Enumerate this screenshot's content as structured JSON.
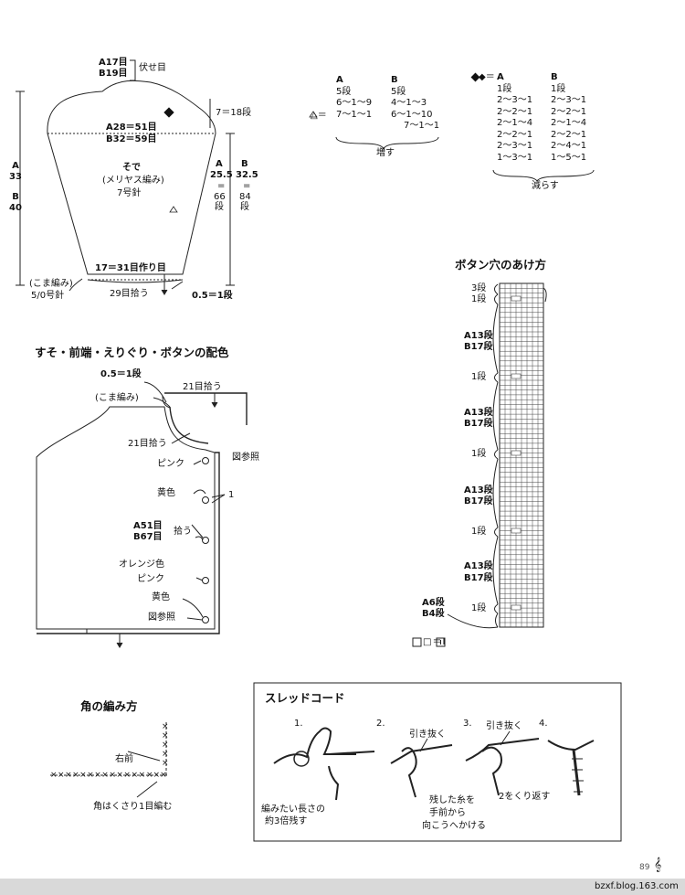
{
  "sleeve": {
    "top_a": "A17目",
    "top_b": "B19目",
    "bind_off": "伏せ目",
    "mid_a": "A28＝51目",
    "mid_b": "B32＝59目",
    "right_rows": "7＝18段",
    "title": "そで",
    "subtitle": "(メリヤス編み)",
    "needle": "7号針",
    "left_a_label": "A",
    "left_a_val": "33",
    "left_b_label": "B",
    "left_b_val": "40",
    "right_a_label": "A",
    "right_a_val": "25.5",
    "right_a_eq": "=",
    "right_a_rows": "66段",
    "right_b_label": "B",
    "right_b_val": "32.5",
    "right_b_eq": "=",
    "right_b_rows": "84段",
    "cast_on": "17＝31目作り目",
    "koma": "(こま編み)",
    "hook": "5/0号針",
    "pickup": "29目拾う",
    "edge_rows": "0.5＝1段"
  },
  "increase": {
    "symbol": "△＝",
    "col_a": [
      "A",
      "5段",
      "6〜1〜9",
      "7〜1〜1"
    ],
    "col_b": [
      "B",
      "5段",
      "4〜1〜3",
      "6〜1〜10",
      "7〜1〜1"
    ],
    "label": "増す"
  },
  "decrease": {
    "symbol": "◆＝",
    "col_a": [
      "A",
      "1段",
      "2〜3〜1",
      "2〜2〜1",
      "2〜1〜4",
      "2〜2〜1",
      "2〜3〜1",
      "1〜3〜1"
    ],
    "col_b": [
      "B",
      "1段",
      "2〜3〜1",
      "2〜2〜1",
      "2〜1〜4",
      "2〜2〜1",
      "2〜4〜1",
      "1〜5〜1"
    ],
    "label": "減らす"
  },
  "hem": {
    "title": "すそ・前端・えりぐり・ボタンの配色",
    "edge_rows": "0.5＝1段",
    "pick_top": "21目拾う",
    "koma": "(こま編み)",
    "pick_neck": "21目拾う",
    "see_fig_top": "図参照",
    "pink1": "ピンク",
    "yellow1": "黄色",
    "one": "1",
    "pick_a": "A51目",
    "pick_b": "B67目",
    "pick": "拾う",
    "orange": "オレンジ色",
    "pink2": "ピンク",
    "yellow2": "黄色",
    "see_fig_bottom": "図参照"
  },
  "buttonhole": {
    "title": "ボタン穴のあけ方",
    "labels": [
      "3段",
      "1段",
      "A13段",
      "B17段",
      "1段",
      "A13段",
      "B17段",
      "1段",
      "A13段",
      "B17段",
      "1段",
      "A13段",
      "B17段",
      "1段",
      "A6段",
      "B4段"
    ],
    "legend": "□＝I"
  },
  "corner": {
    "title": "角の編み方",
    "right_front": "右前",
    "note": "角はくさり1目編む"
  },
  "thread_cord": {
    "title": "スレッドコード",
    "steps": [
      "1.",
      "2.",
      "3.",
      "4."
    ],
    "pull": "引き抜く",
    "pull2": "引き抜く",
    "note1_l1": "編みたい長さの",
    "note1_l2": "約3倍残す",
    "note2_l1": "残した糸を",
    "note2_l2": "手前から",
    "note2_l3": "向こうへかける",
    "note3": "2をくり返す"
  },
  "page_number": "89",
  "watermark": "bzxf.blog.163.com"
}
